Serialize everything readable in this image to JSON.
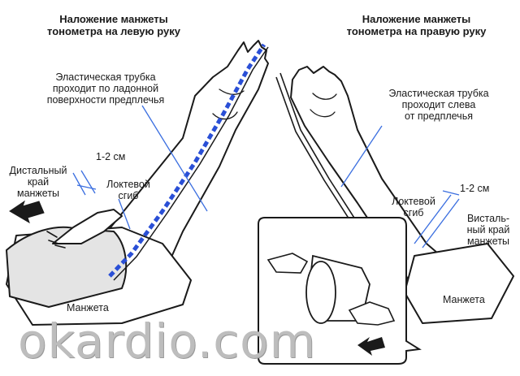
{
  "left_panel": {
    "title_line1": "Наложение манжеты",
    "title_line2": "тонометра на левую руку",
    "tube_note_line1": "Эластическая трубка",
    "tube_note_line2": "проходит по ладонной",
    "tube_note_line3": "поверхности предплечья",
    "distance_label": "1-2 см",
    "distal_edge_line1": "Дистальный",
    "distal_edge_line2": "край",
    "distal_edge_line3": "манжеты",
    "elbow_line1": "Локтевой",
    "elbow_line2": "сгиб",
    "cuff_label": "Манжета"
  },
  "right_panel": {
    "title_line1": "Наложение манжеты",
    "title_line2": "тонометра на правую руку",
    "tube_note_line1": "Эластическая трубка",
    "tube_note_line2": "проходит слева",
    "tube_note_line3": "от предплечья",
    "distance_label": "1-2 см",
    "elbow_line1": "Локтевой",
    "elbow_line2": "сгиб",
    "distal_edge_line1": "Висталь-",
    "distal_edge_line2": "ный край",
    "distal_edge_line3": "манжеты",
    "cuff_label": "Манжета"
  },
  "watermark": "okardio.com",
  "colors": {
    "tube_blue": "#2a4fd6",
    "outline": "#1a1a1a",
    "cuff_fill": "#e4e4e4",
    "guide_line": "#3a6ee0",
    "watermark": "#bdbdbd"
  }
}
